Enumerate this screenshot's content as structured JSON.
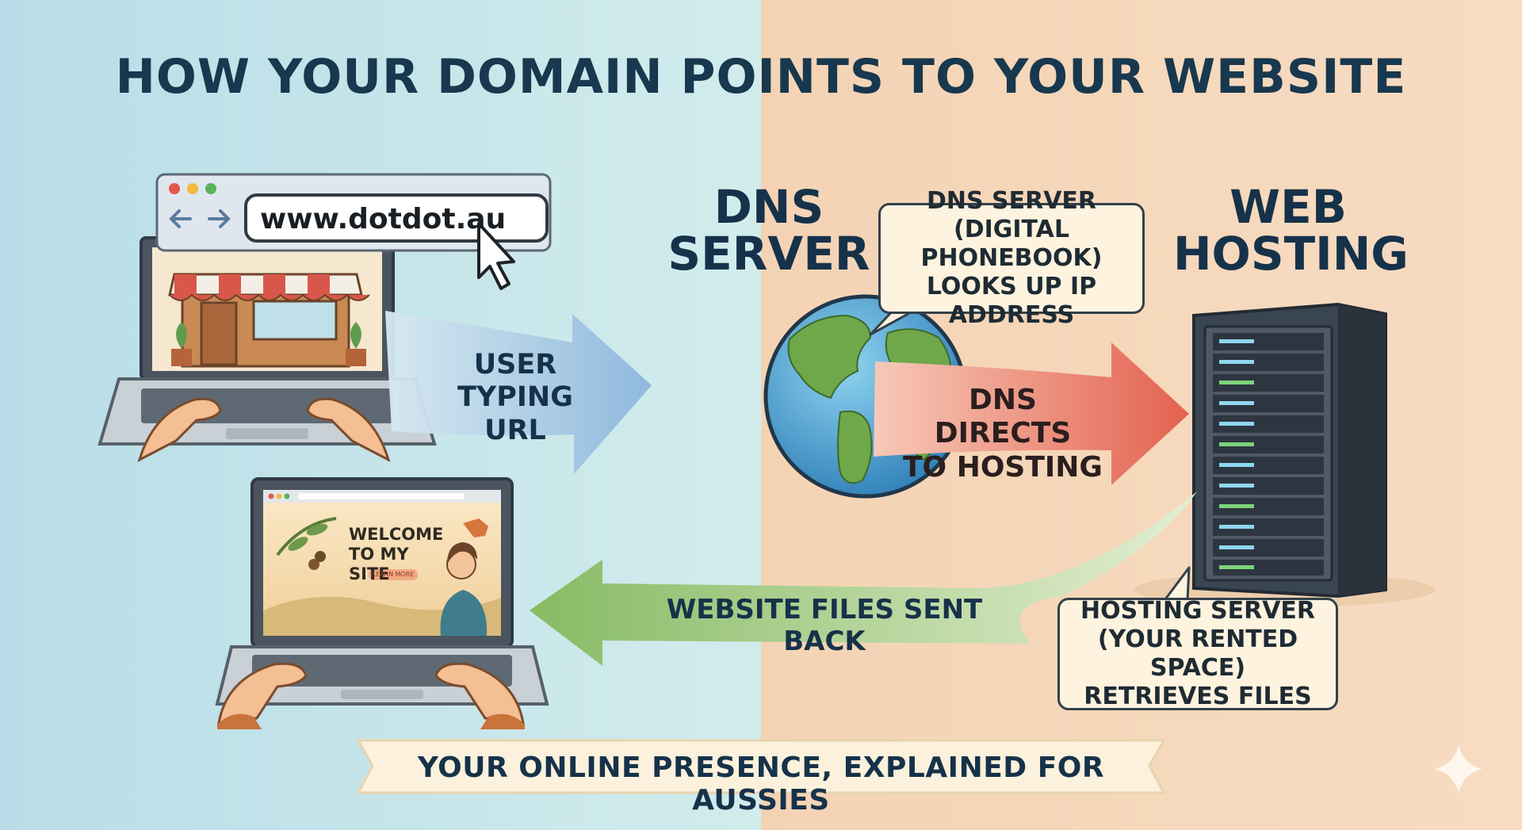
{
  "title": "HOW YOUR DOMAIN POINTS TO YOUR WEBSITE",
  "browser": {
    "url": "www.dotdot.au"
  },
  "dns": {
    "heading_lines": [
      "DNS",
      "SERVER"
    ],
    "bubble_lines": [
      "DNS SERVER",
      "(DIGITAL PHONEBOOK)",
      "LOOKS UP IP ADDRESS"
    ]
  },
  "hosting": {
    "heading_lines": [
      "WEB",
      "HOSTING"
    ],
    "bubble_lines": [
      "HOSTING SERVER",
      "(YOUR RENTED SPACE)",
      "RETRIEVES FILES"
    ]
  },
  "arrows": {
    "user": [
      "USER",
      "TYPING",
      "URL"
    ],
    "dns": [
      "DNS DIRECTS",
      "TO HOSTING"
    ],
    "back": "WEBSITE FILES SENT BACK"
  },
  "site": {
    "welcome_lines": [
      "WELCOME",
      "TO MY SITE"
    ],
    "button": "LEARN MORE"
  },
  "banner": "YOUR ONLINE PRESENCE, EXPLAINED FOR AUSSIES",
  "colors": {
    "left_bg": "#bfe1ea",
    "right_bg": "#f7d8b8",
    "blue_arrow": "#8fb9dd",
    "red_arrow": "#e56a5c",
    "green_arrow": "#8fbf6a",
    "ink": "#16324a"
  }
}
